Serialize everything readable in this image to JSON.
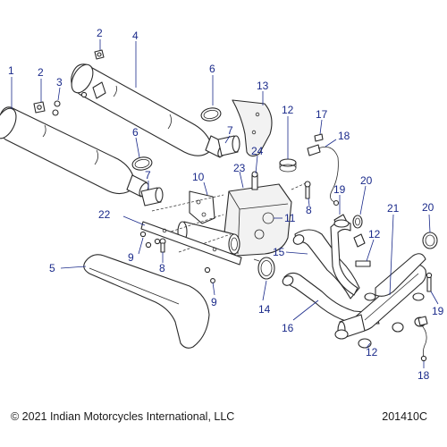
{
  "callouts": {
    "c1": "1",
    "c2a": "2",
    "c2b": "2",
    "c3": "3",
    "c4": "4",
    "c5": "5",
    "c6a": "6",
    "c6b": "6",
    "c7a": "7",
    "c7b": "7",
    "c8a": "8",
    "c8b": "8",
    "c9a": "9",
    "c9b": "9",
    "c10": "10",
    "c11": "11",
    "c12a": "12",
    "c12b": "12",
    "c12c": "12",
    "c13": "13",
    "c14": "14",
    "c15": "15",
    "c16": "16",
    "c17": "17",
    "c18a": "18",
    "c18b": "18",
    "c19a": "19",
    "c19b": "19",
    "c20a": "20",
    "c20b": "20",
    "c21": "21",
    "c22": "22",
    "c23": "23",
    "c24": "24"
  },
  "footer": {
    "copyright": "© 2021 Indian Motorcycles International, LLC",
    "code": "201410C"
  },
  "colors": {
    "callout": "#1a2a8a",
    "line": "#2a2a2a"
  }
}
